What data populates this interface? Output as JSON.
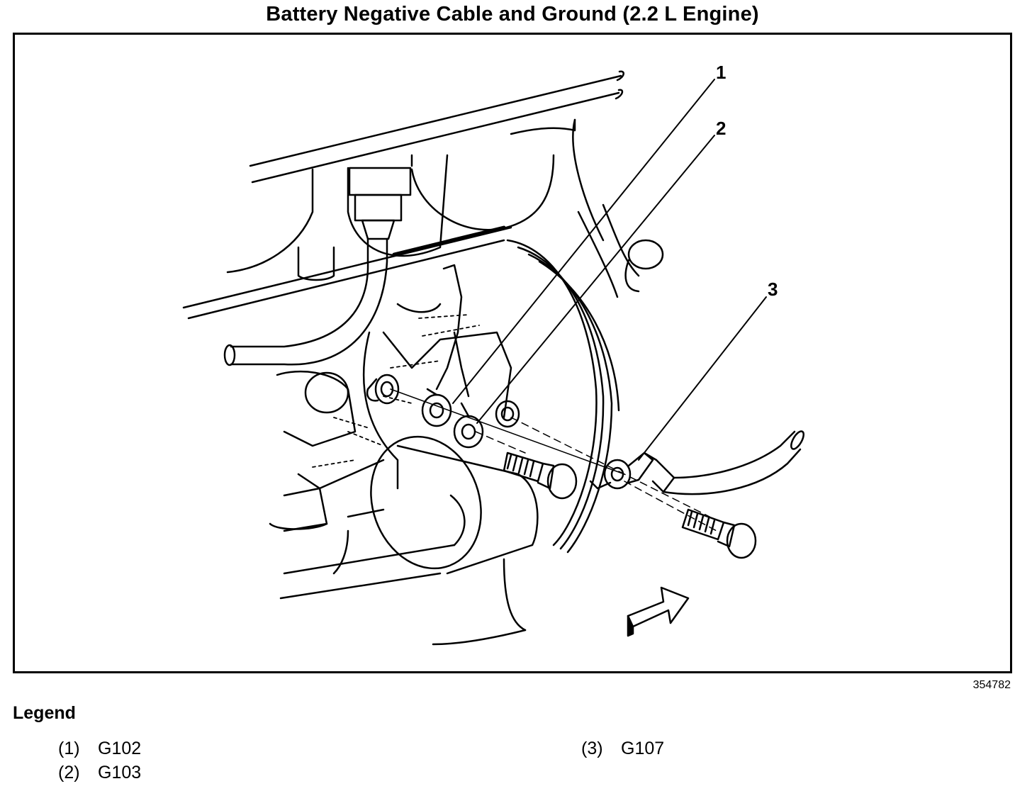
{
  "title": "Battery Negative Cable and Ground (2.2 L Engine)",
  "figure_id": "354782",
  "callouts": [
    "1",
    "2",
    "3"
  ],
  "legend": {
    "heading": "Legend",
    "items": [
      {
        "number": "(1)",
        "label": "G102"
      },
      {
        "number": "(2)",
        "label": "G103"
      },
      {
        "number": "(3)",
        "label": "G107"
      }
    ]
  }
}
